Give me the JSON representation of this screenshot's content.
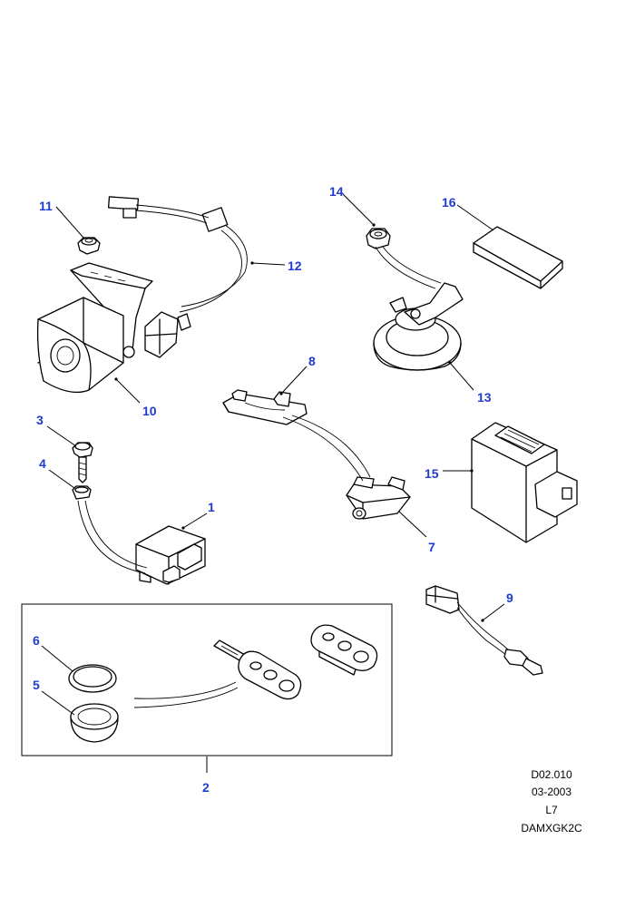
{
  "callouts": {
    "c1": "1",
    "c2": "2",
    "c3": "3",
    "c4": "4",
    "c5": "5",
    "c6": "6",
    "c7": "7",
    "c8": "8",
    "c9": "9",
    "c10": "10",
    "c11": "11",
    "c12": "12",
    "c13": "13",
    "c14": "14",
    "c15": "15",
    "c16": "16"
  },
  "reference": {
    "code": "D02.010",
    "date": "03-2003",
    "level": "L7",
    "catalogue": "DAMXGK2C"
  },
  "colors": {
    "callout": "#1f3bd0",
    "line": "#000000",
    "background": "#ffffff"
  }
}
